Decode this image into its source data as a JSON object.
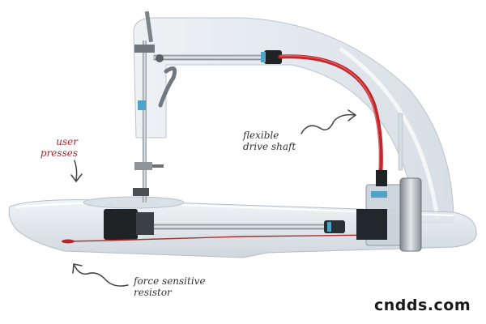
{
  "annotations": {
    "user_presses_line1": "user",
    "user_presses_line2": "presses",
    "flexible_line1": "flexible",
    "flexible_line2": "drive shaft",
    "fsr_line1": "force sensitive",
    "fsr_line2": "resistor"
  },
  "watermark": {
    "text": "cndds.com"
  },
  "colors": {
    "drive_shaft": "#c0282d",
    "annotation_red": "#a4262c",
    "annotation_ink": "#333333",
    "acrylic": "#dfe6ec",
    "metal": "#9aa3aa",
    "dark_motor": "#1f2326",
    "blue_accent": "#4fa3c7"
  },
  "icons": [
    "hand-drawn-arrow-down",
    "hand-drawn-arrow-right",
    "hand-drawn-arrow-up-left"
  ]
}
